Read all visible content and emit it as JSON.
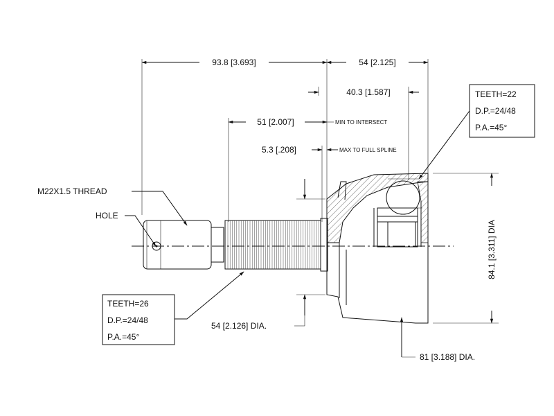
{
  "dimensions": {
    "overall_length": "93.8 [3.693]",
    "bell_length": "54 [2.125]",
    "spline_to_intersect": "40.3 [1.587]",
    "shaft_length": "51 [2.007]",
    "spline_offset": "5.3 [.208]",
    "outer_dia": "84.1 [3.311] DIA",
    "seal_dia": "54 [2.126] DIA.",
    "bell_dia": "81 [3.188] DIA."
  },
  "notes": {
    "min_intersect": "MIN TO INTERSECT",
    "max_spline": "MAX TO FULL SPLINE",
    "thread": "M22X1.5 THREAD",
    "hole": "HOLE"
  },
  "spline_outer": {
    "teeth": "TEETH=22",
    "dp": "D.P.=24/48",
    "pa": "P.A.=45°"
  },
  "spline_shaft": {
    "teeth": "TEETH=26",
    "dp": "D.P.=24/48",
    "pa": "P.A.=45°"
  }
}
